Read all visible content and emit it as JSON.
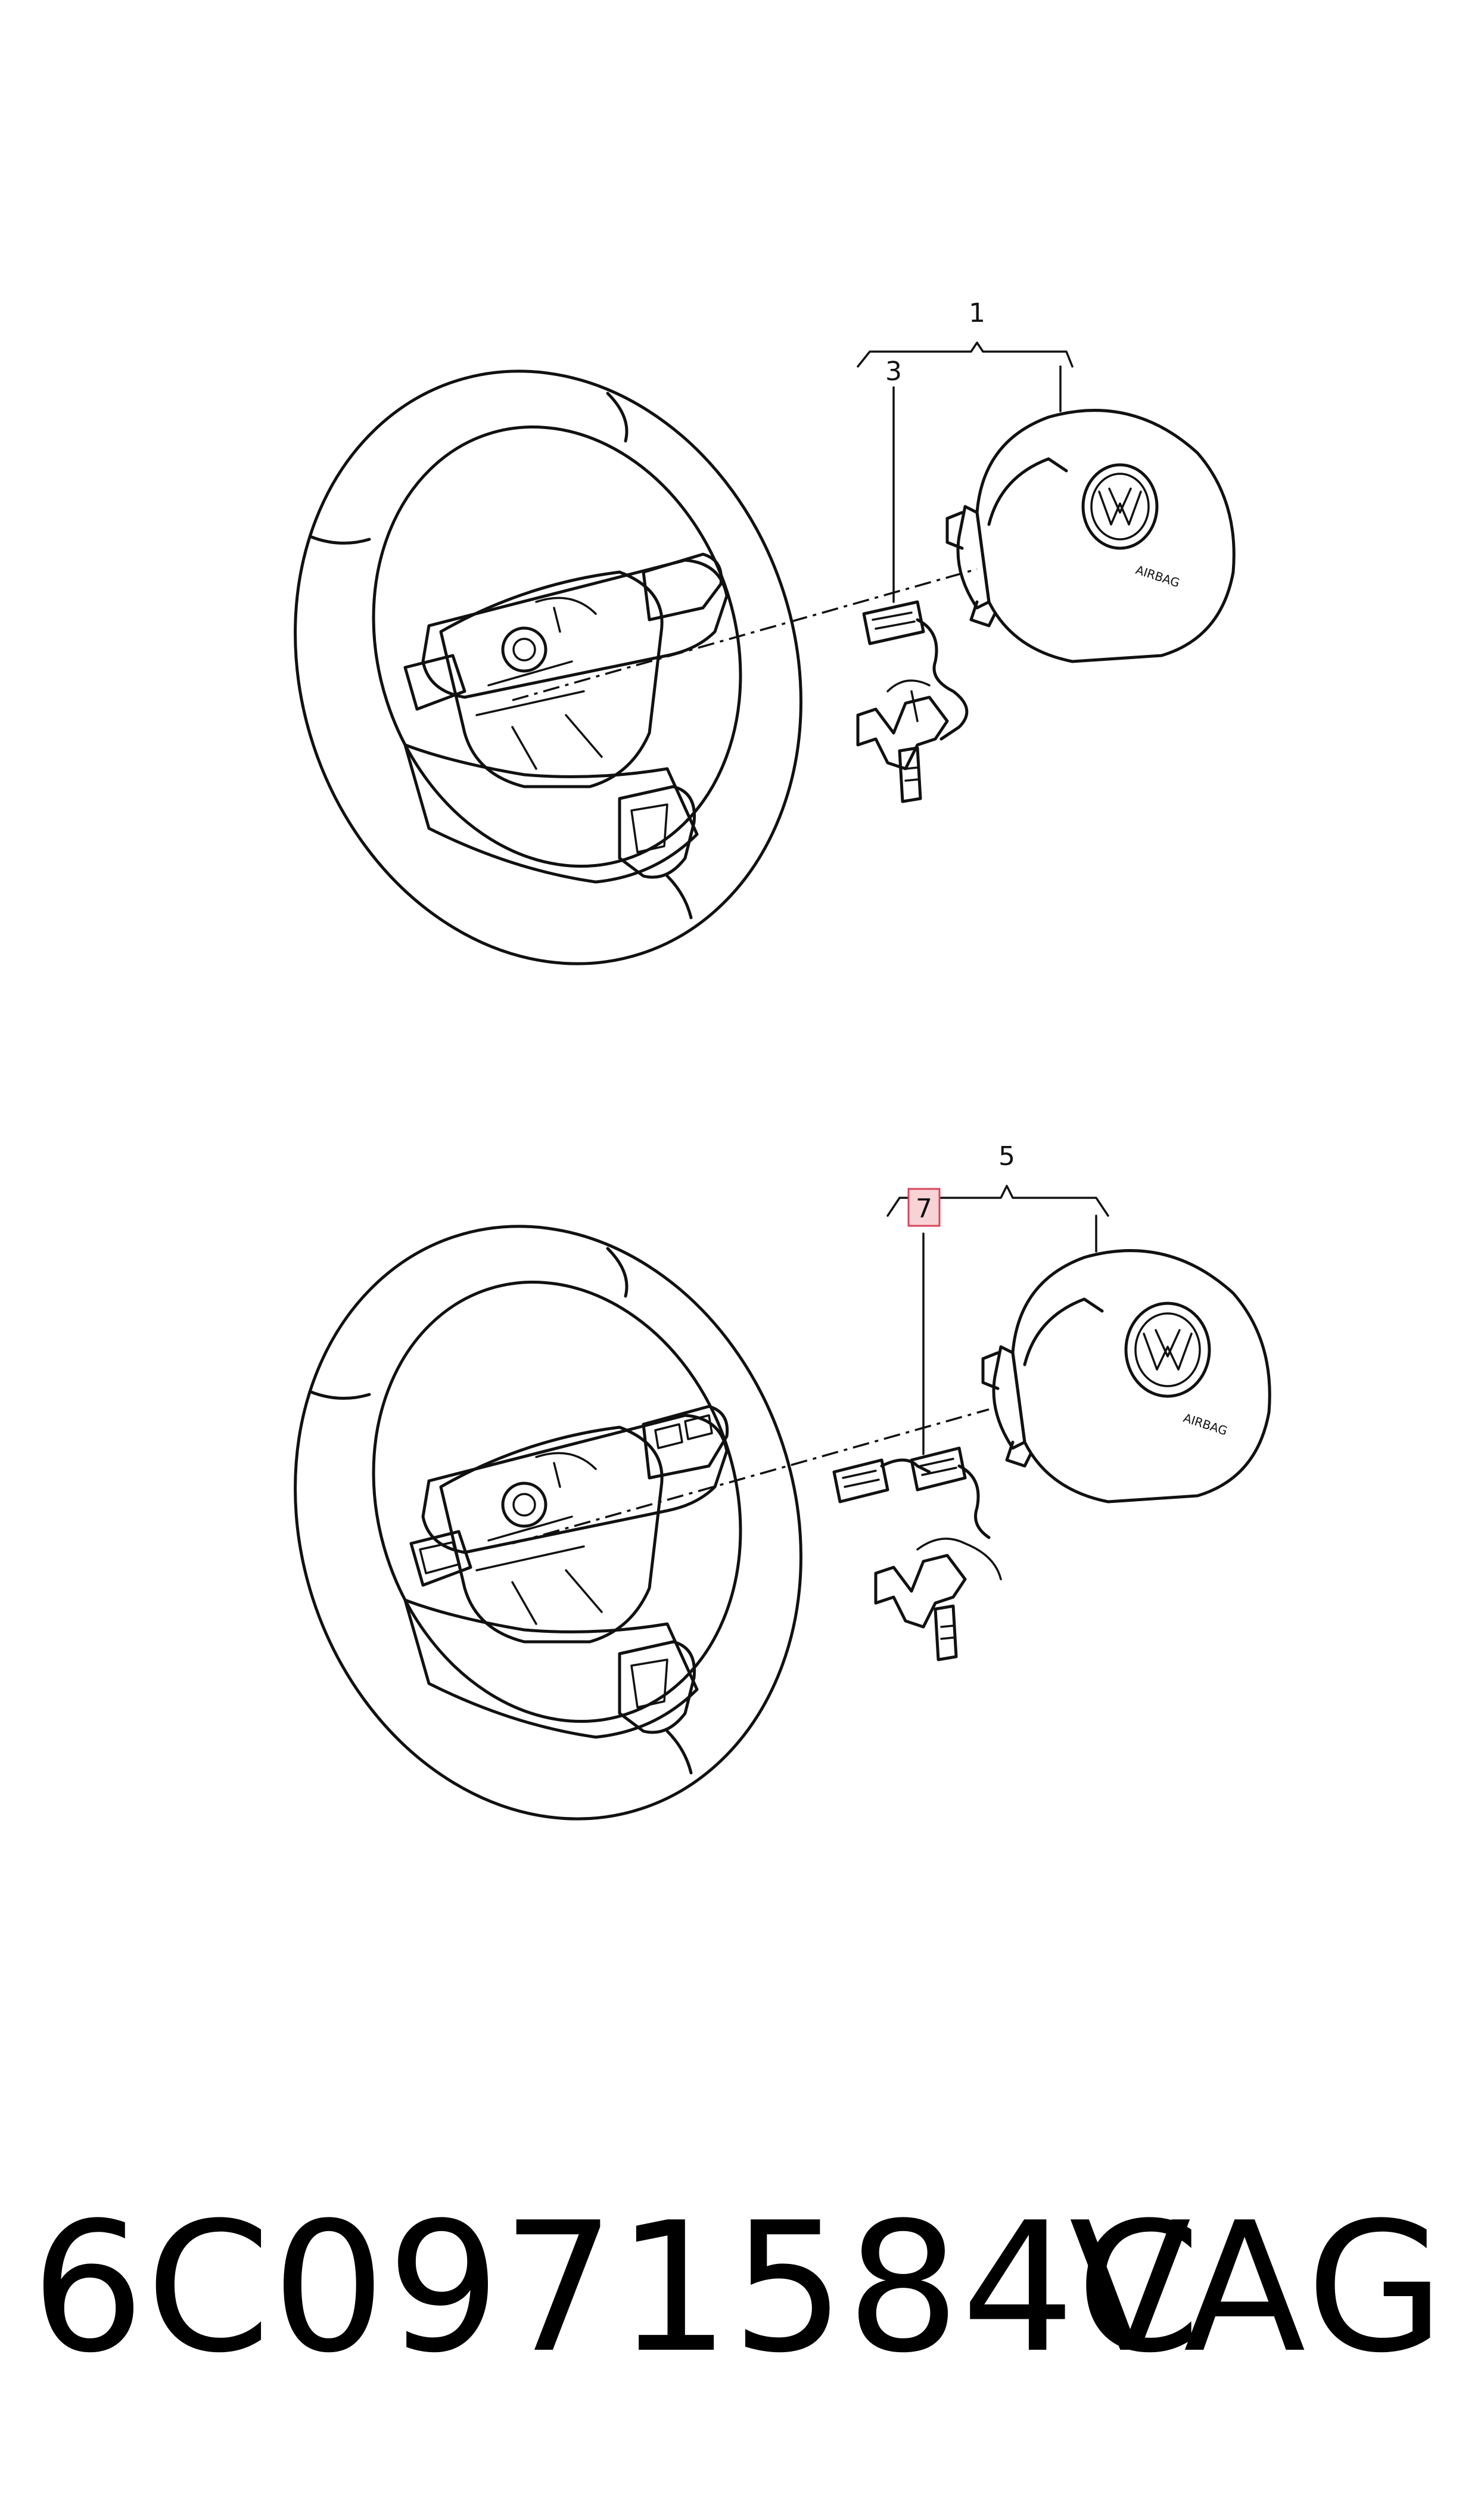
{
  "callouts": {
    "top_group": "1",
    "top_part": "3",
    "bottom_group": "5",
    "bottom_part": "7"
  },
  "airbag_label": "AIRBAG",
  "footer": {
    "part_number": "6C0971584C",
    "brand": "VAG"
  },
  "colors": {
    "line": "#111111",
    "highlight_fill": "#f8d3d6",
    "highlight_stroke": "#d9445a"
  }
}
